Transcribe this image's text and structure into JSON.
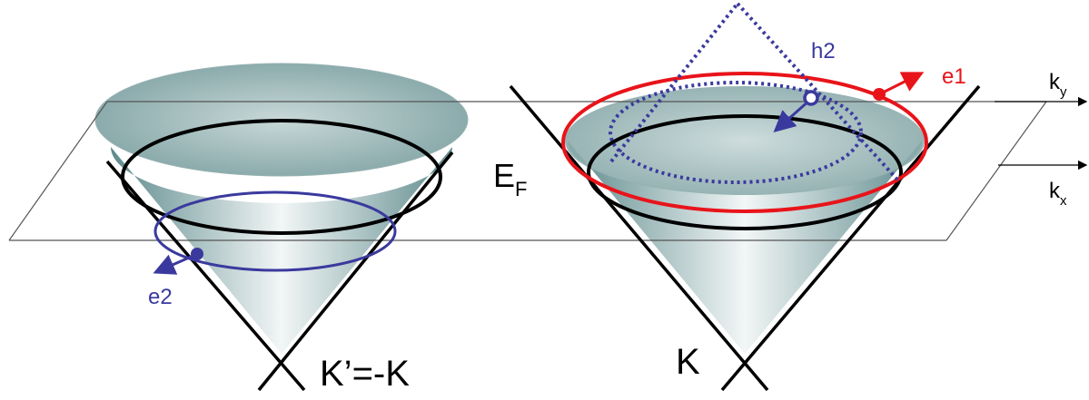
{
  "labels": {
    "fermi_main": "E",
    "fermi_sub": "F",
    "valley_left": "K’=-K",
    "valley_right": "K",
    "e1": "e1",
    "e2": "e2",
    "h2": "h2",
    "ky_main": "k",
    "ky_sub": "y",
    "kx_main": "k",
    "kx_sub": "x"
  },
  "colors": {
    "cone_fill_center": "#f2f6f6",
    "cone_fill_edge": "#5e8a8c",
    "cone_outline": "#000000",
    "electron": "#e8141a",
    "hole": "#2b2b9a",
    "valley_contour": "#3a3a9e",
    "plane": "#555555"
  },
  "icons": {
    "electron_marker": "filled-circle",
    "hole_marker": "open-circle",
    "velocity_arrow": "arrow"
  }
}
